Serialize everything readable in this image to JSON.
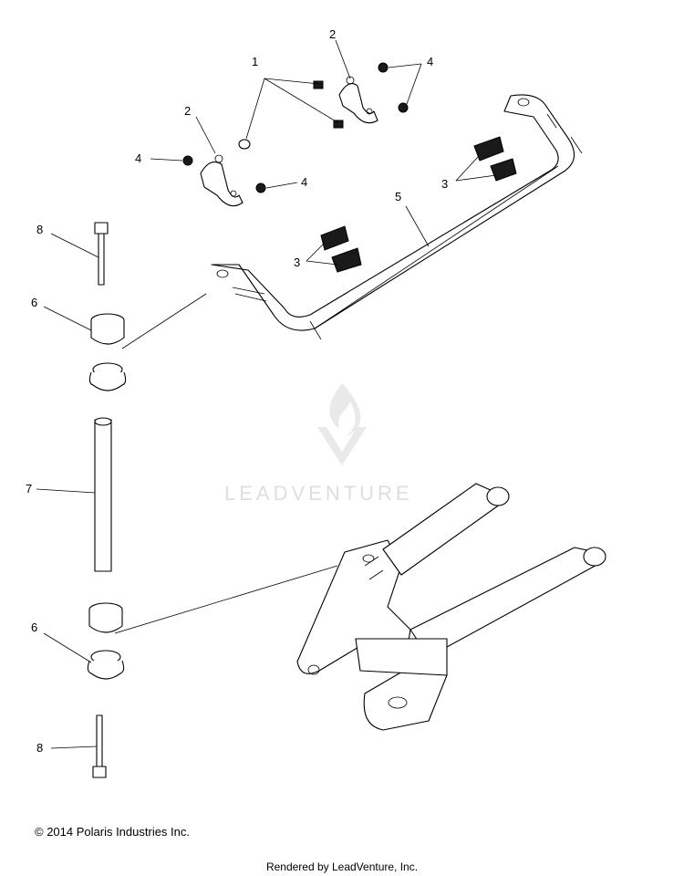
{
  "callouts": {
    "c1": "1",
    "c2a": "2",
    "c2b": "2",
    "c3a": "3",
    "c3b": "3",
    "c4a": "4",
    "c4b": "4",
    "c4c": "4",
    "c5": "5",
    "c6a": "6",
    "c6b": "6",
    "c7": "7",
    "c8a": "8",
    "c8b": "8"
  },
  "watermark": {
    "text": "LEADVENTURE"
  },
  "footer": {
    "copyright": "© 2014 Polaris Industries Inc.",
    "rendered_by": "Rendered by LeadVenture, Inc."
  }
}
